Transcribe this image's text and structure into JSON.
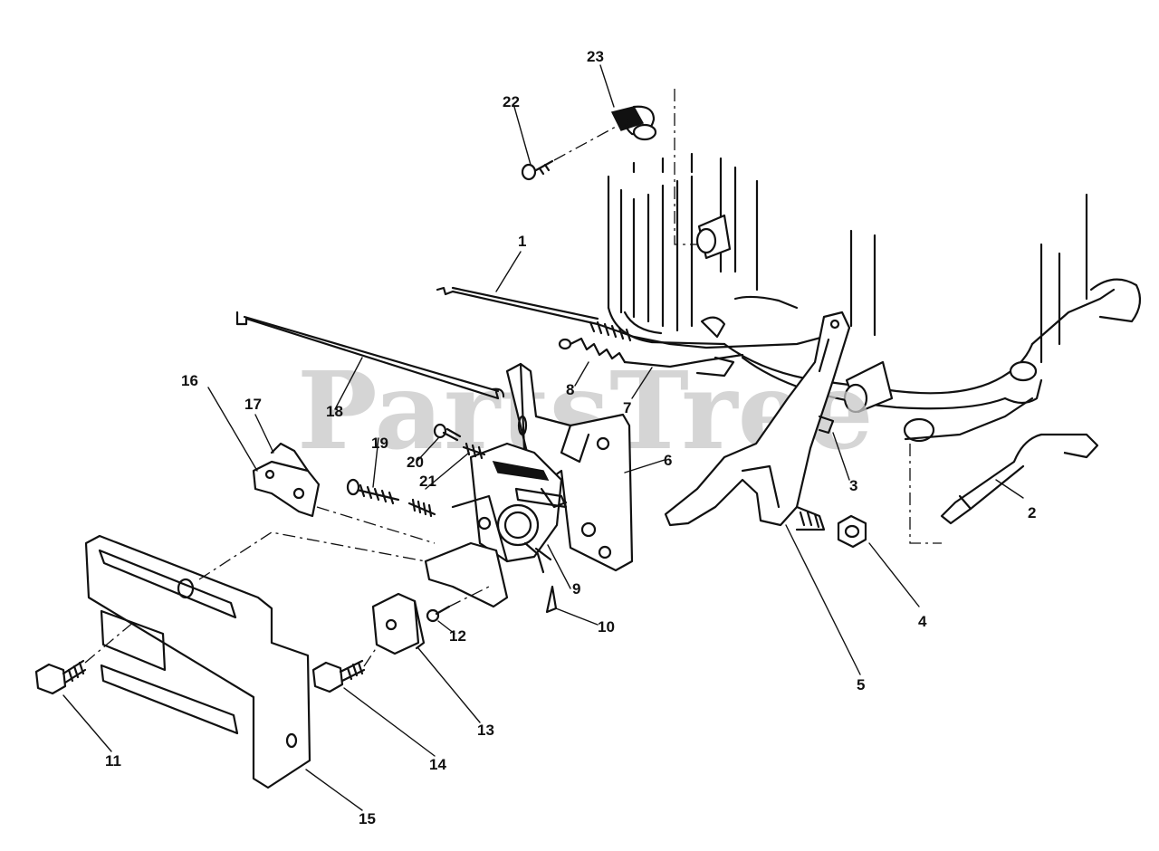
{
  "watermark": "PartsTree",
  "callouts": [
    {
      "id": "c1",
      "label": "1"
    },
    {
      "id": "c2",
      "label": "2"
    },
    {
      "id": "c3",
      "label": "3"
    },
    {
      "id": "c4",
      "label": "4"
    },
    {
      "id": "c5",
      "label": "5"
    },
    {
      "id": "c6",
      "label": "6"
    },
    {
      "id": "c7",
      "label": "7"
    },
    {
      "id": "c8",
      "label": "8"
    },
    {
      "id": "c9",
      "label": "9"
    },
    {
      "id": "c10",
      "label": "10"
    },
    {
      "id": "c11",
      "label": "11"
    },
    {
      "id": "c12",
      "label": "12"
    },
    {
      "id": "c13",
      "label": "13"
    },
    {
      "id": "c14",
      "label": "14"
    },
    {
      "id": "c15",
      "label": "15"
    },
    {
      "id": "c16",
      "label": "16"
    },
    {
      "id": "c17",
      "label": "17"
    },
    {
      "id": "c18",
      "label": "18"
    },
    {
      "id": "c19",
      "label": "19"
    },
    {
      "id": "c20",
      "label": "20"
    },
    {
      "id": "c21",
      "label": "21"
    },
    {
      "id": "c22",
      "label": "22"
    },
    {
      "id": "c23",
      "label": "23"
    }
  ]
}
